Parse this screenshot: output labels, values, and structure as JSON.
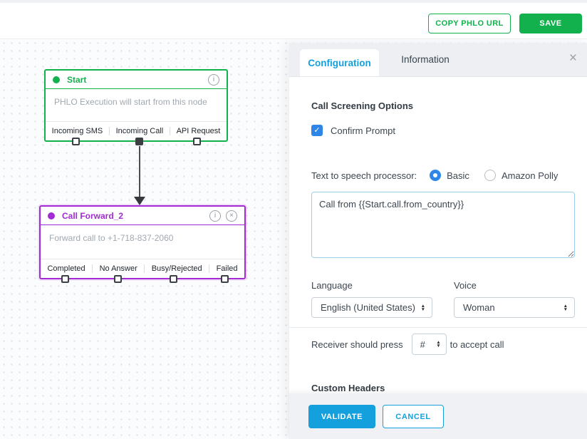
{
  "colors": {
    "green": "#12b14d",
    "purple": "#a32bd4",
    "blue_accent": "#14a0dc",
    "blue_control": "#2e86e8",
    "canvas_dot": "#dde0e4"
  },
  "icons": {
    "info": "i",
    "close_node": "×",
    "close_panel": "×",
    "check": "✓",
    "chevron_up": "▲",
    "chevron_down": "▼"
  },
  "topbar": {
    "copy_phlo_url_label": "COPY PHLO URL",
    "save_label": "SAVE"
  },
  "canvas": {
    "nodes": [
      {
        "title": "Start",
        "description": "PHLO Execution will start from this node",
        "outputs": [
          {
            "label": "Incoming SMS",
            "connected": false
          },
          {
            "label": "Incoming Call",
            "connected": true
          },
          {
            "label": "API Request",
            "connected": false
          }
        ]
      },
      {
        "title": "Call Forward_2",
        "description": "Forward call to +1-718-837-2060",
        "outputs": [
          {
            "label": "Completed",
            "connected": false
          },
          {
            "label": "No Answer",
            "connected": false
          },
          {
            "label": "Busy/Rejected",
            "connected": false
          },
          {
            "label": "Failed",
            "connected": false
          }
        ]
      }
    ]
  },
  "panel": {
    "tabs": [
      {
        "label": "Configuration",
        "active": true
      },
      {
        "label": "Information",
        "active": false
      }
    ],
    "sections": {
      "call_screening": {
        "heading": "Call Screening Options",
        "confirm_prompt": {
          "label": "Confirm Prompt",
          "checked": true
        }
      },
      "tts": {
        "label": "Text to speech processor:",
        "options": [
          {
            "label": "Basic",
            "selected": true
          },
          {
            "label": "Amazon Polly",
            "selected": false
          }
        ]
      },
      "prompt_text": "Call from {{Start.call.from_country}}",
      "language": {
        "label": "Language",
        "value": "English (United States)"
      },
      "voice": {
        "label": "Voice",
        "value": "Woman"
      },
      "receiver": {
        "prefix": "Receiver should press",
        "key": "#",
        "suffix": "to accept call"
      },
      "custom_headers_heading": "Custom Headers"
    },
    "footer": {
      "validate_label": "VALIDATE",
      "cancel_label": "CANCEL"
    }
  }
}
